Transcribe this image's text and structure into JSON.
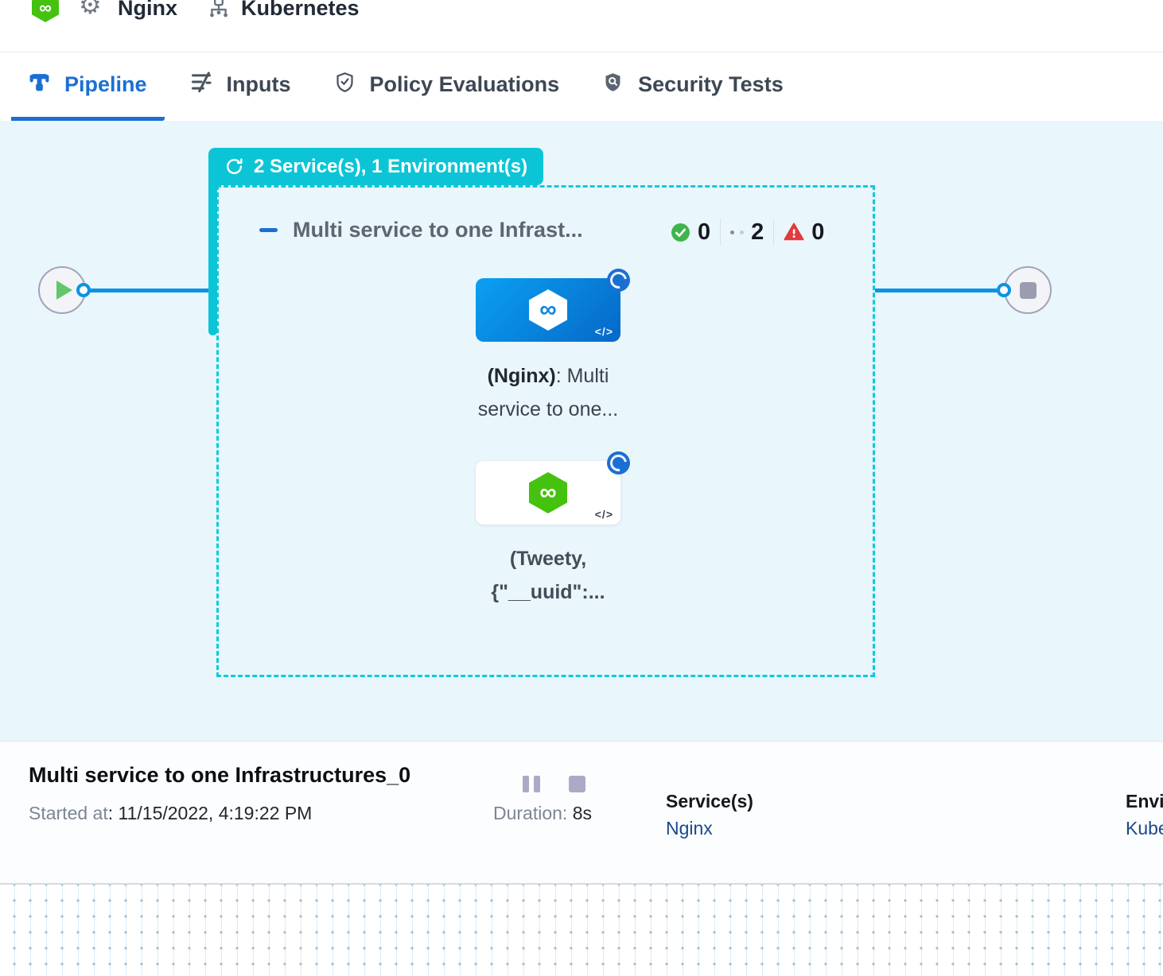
{
  "header": {
    "service_icon": "harness-service-icon",
    "gear_icon": "gear-icon",
    "service_name": "Nginx",
    "environment_icon": "kubernetes-icon",
    "environment_name": "Kubernetes"
  },
  "tabs": [
    {
      "label": "Pipeline",
      "icon": "pipeline-icon",
      "active": true
    },
    {
      "label": "Inputs",
      "icon": "inputs-icon",
      "active": false
    },
    {
      "label": "Policy Evaluations",
      "icon": "policy-shield-icon",
      "active": false
    },
    {
      "label": "Security Tests",
      "icon": "security-shield-icon",
      "active": false
    }
  ],
  "pipeline": {
    "badge": {
      "icon": "redeploy-icon",
      "label": "2 Service(s), 1 Environment(s)"
    },
    "stage": {
      "title": "Multi service to one Infrast...",
      "counts": {
        "success": "0",
        "running": "2",
        "failed": "0"
      }
    },
    "nodes": [
      {
        "id": "nginx",
        "line1_bold": "(Nginx)",
        "line1_rest": ": Multi",
        "line2": "service to one...",
        "code_label": "</>"
      },
      {
        "id": "tweety",
        "line1_bold": "(Tweety,",
        "line1_rest": "",
        "line2": "{\"__uuid\":...",
        "code_label": "</>"
      }
    ]
  },
  "footer": {
    "title": "Multi service to one Infrastructures_0",
    "started_label": "Started at",
    "started_value": ": 11/15/2022, 4:19:22 PM",
    "duration_label": "Duration:",
    "duration_value": "8s",
    "services_label": "Service(s)",
    "services_value": "Nginx",
    "environments_label": "Environment(s)",
    "environments_value": "Kubernetes"
  },
  "colors": {
    "accent_blue": "#1b6fd2",
    "connector_blue": "#0b93e6",
    "teal": "#0bc5d6",
    "canvas_bg": "#e9f6fc",
    "success_green": "#3eb54a",
    "error_red": "#e23a3c",
    "harness_green": "#45c20f",
    "link_navy": "#19498a"
  }
}
